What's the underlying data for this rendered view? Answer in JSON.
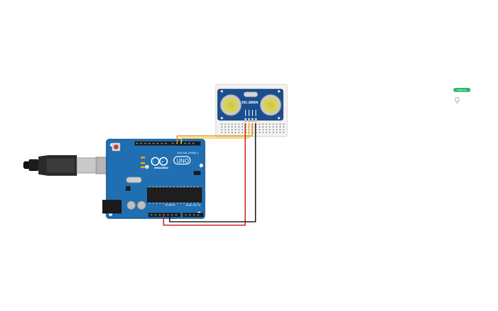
{
  "arduino": {
    "model": "UNO",
    "brand": "ARDUINO",
    "digital_label": "DIGITAL (PWM~)",
    "power_label": "POWER",
    "analog_label": "ANALOG IN"
  },
  "sensor": {
    "model": "HC-SR04"
  },
  "side_widget": {
    "label": "tinkercad"
  },
  "colors": {
    "board": "#1f6fb2",
    "board_dark": "#175a93",
    "sensor_pcb": "#1a4f8f",
    "wire_red": "#d12222",
    "wire_black": "#1b1b1b",
    "wire_orange": "#e89112",
    "wire_yellow": "#f0c72e",
    "breadboard": "#f2f2f2",
    "usb_gray": "#c9c9c9",
    "widget_green": "#2eb86b"
  }
}
